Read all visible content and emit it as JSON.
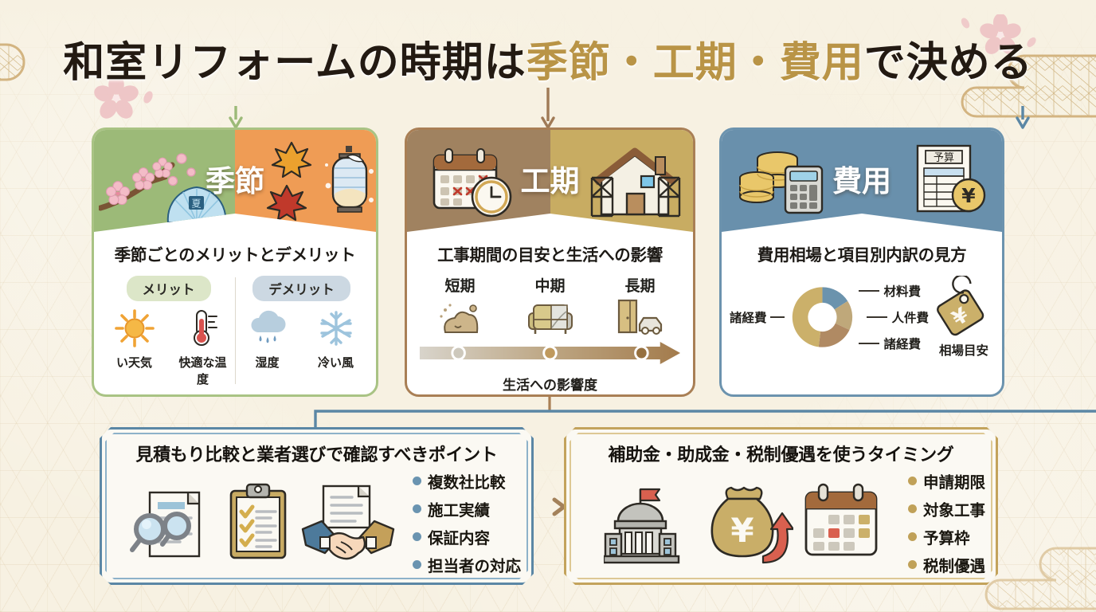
{
  "title": {
    "prefix": "和室リフォームの時期は",
    "highlight": "季節・工期・費用",
    "suffix": "で決める"
  },
  "colors": {
    "paper": "#f7f1e2",
    "gold": "#b99446",
    "season_left": "#9cba78",
    "season_right": "#ef9c55",
    "season_border": "#a9c384",
    "period_left": "#a08260",
    "period_right": "#c8ac62",
    "period_border": "#a97f55",
    "cost_head": "#6990ac",
    "cost_border": "#6c93ae",
    "quote_border": "#5b87a5",
    "subsidy_border": "#c3a35c"
  },
  "cards": [
    {
      "id": "season",
      "badge": "季節",
      "subtitle": "季節ごとのメリットとデメリット",
      "merit_label": "メリット",
      "demerit_label": "デメリット",
      "merit_items": [
        {
          "icon": "sun-icon",
          "label": "い天気"
        },
        {
          "icon": "thermometer-icon",
          "label": "快適な温度"
        }
      ],
      "demerit_items": [
        {
          "icon": "rain-cloud-icon",
          "label": "湿度"
        },
        {
          "icon": "snowflake-icon",
          "label": "冷い風"
        }
      ],
      "head_icons": [
        "sakura-branch-icon",
        "fan-icon",
        "maple-leaf-icon",
        "lantern-icon"
      ]
    },
    {
      "id": "period",
      "badge": "工期",
      "subtitle": "工事期間の目安と生活への影響",
      "timeline": [
        {
          "label": "短期",
          "icon": "dust-pile-icon"
        },
        {
          "label": "中期",
          "icon": "covered-sofa-icon"
        },
        {
          "label": "長期",
          "icon": "door-car-icon"
        }
      ],
      "timeline_caption": "生活への影響度",
      "head_icons": [
        "calendar-clock-icon",
        "house-scaffold-icon"
      ]
    },
    {
      "id": "cost",
      "badge": "費用",
      "subtitle": "費用相場と項目別内訳の見方",
      "left_legend": "諸経費",
      "legend": [
        "材料費",
        "人件費",
        "諸経費"
      ],
      "tag_label": "相場目安",
      "budget_doc_label": "予算",
      "head_icons": [
        "coin-stack-icon",
        "calculator-icon",
        "budget-sheet-icon",
        "yen-coin-icon"
      ]
    }
  ],
  "bottom_cards": [
    {
      "id": "quote",
      "title": "見積もり比較と業者選びで確認すべきポイント",
      "bullets": [
        "複数社比較",
        "施工実績",
        "保証内容",
        "担当者の対応"
      ],
      "bullet_color": "#6a94b0",
      "icons": [
        "document-magnifier-icon",
        "clipboard-check-icon",
        "handshake-icon"
      ]
    },
    {
      "id": "subsidy",
      "title": "補助金・助成金・税制優遇を使うタイミング",
      "bullets": [
        "申請期限",
        "対象工事",
        "予算枠",
        "税制優遇"
      ],
      "bullet_color": "#c0a158",
      "icons": [
        "government-building-icon",
        "money-bag-arrow-icon",
        "calendar-icon"
      ]
    }
  ],
  "chart_data": {
    "type": "pie",
    "title": "費用相場と項目別内訳の見方",
    "labels": [
      "材料費",
      "人件費",
      "諸経費",
      "諸経費"
    ],
    "values": [
      16,
      16,
      20,
      48
    ],
    "colors": [
      "#6b93ad",
      "#bfa87a",
      "#b08a63",
      "#cbb06a"
    ],
    "legend_left": [
      "諸経費"
    ],
    "legend_right": [
      "材料費",
      "人件費",
      "諸経費"
    ]
  }
}
